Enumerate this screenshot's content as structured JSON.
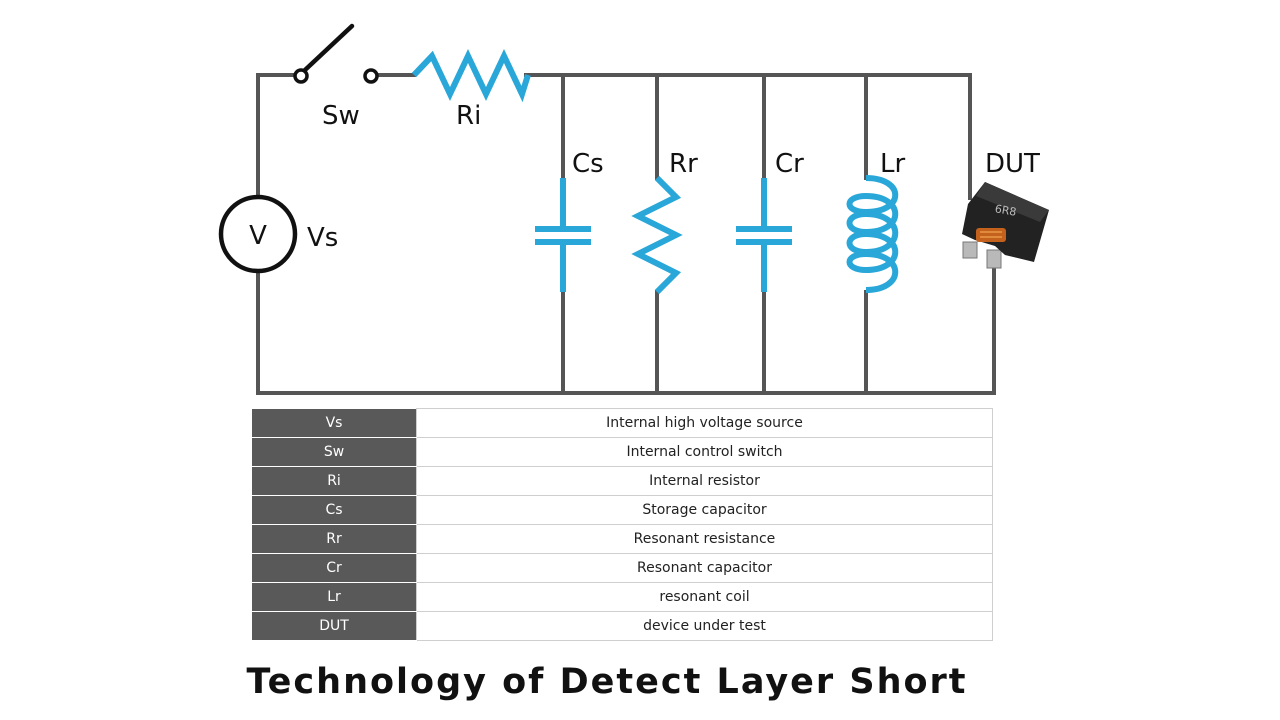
{
  "diagram": {
    "labels": {
      "sw": "Sw",
      "ri": "Ri",
      "vs": "Vs",
      "v": "V",
      "cs": "Cs",
      "rr": "Rr",
      "cr": "Cr",
      "lr": "Lr",
      "dut": "DUT",
      "dut_marking": "6R8"
    },
    "colors": {
      "wire": "#555555",
      "component": "#2aa7d9",
      "table_header": "#595959"
    }
  },
  "legend": [
    {
      "symbol": "Vs",
      "description": "Internal high voltage source"
    },
    {
      "symbol": "Sw",
      "description": "Internal control switch"
    },
    {
      "symbol": "Ri",
      "description": "Internal resistor"
    },
    {
      "symbol": "Cs",
      "description": "Storage capacitor"
    },
    {
      "symbol": "Rr",
      "description": "Resonant resistance"
    },
    {
      "symbol": "Cr",
      "description": "Resonant capacitor"
    },
    {
      "symbol": "Lr",
      "description": "resonant coil"
    },
    {
      "symbol": "DUT",
      "description": "device under test"
    }
  ],
  "title": "Technology of Detect Layer Short"
}
